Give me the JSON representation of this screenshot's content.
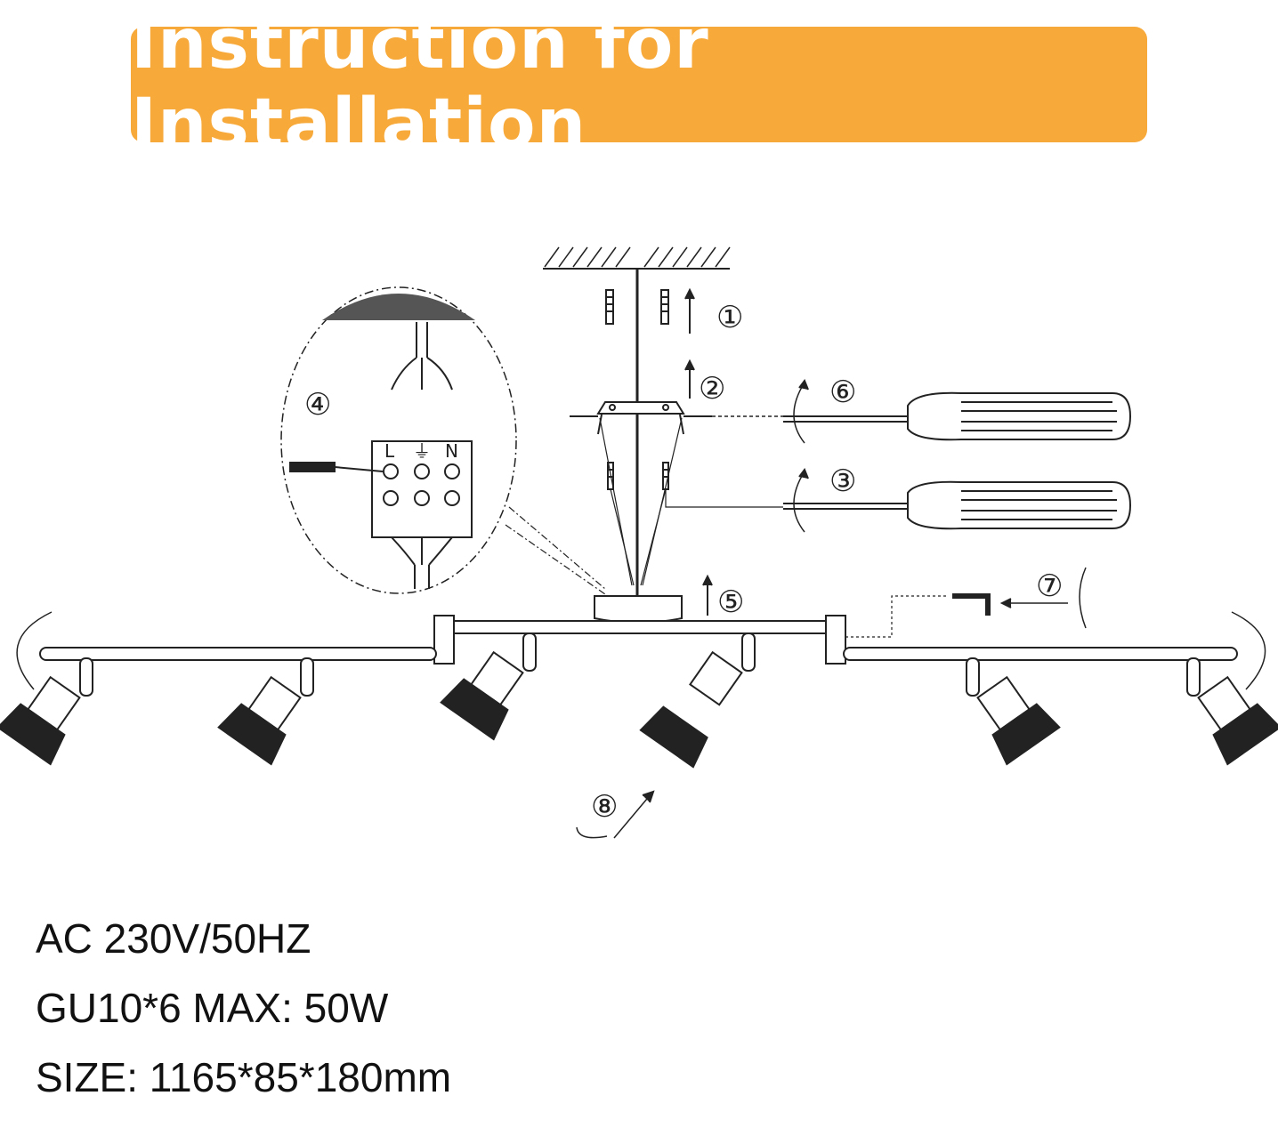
{
  "header": {
    "title": "Instruction for Installation"
  },
  "colors": {
    "banner": "#f7a93a",
    "banner_text": "#ffffff",
    "line": "#222222"
  },
  "diagram": {
    "steps": [
      "①",
      "②",
      "③",
      "④",
      "⑤",
      "⑥",
      "⑦",
      "⑧"
    ],
    "terminal_labels": {
      "live": "L",
      "earth": "⏚",
      "neutral": "N"
    }
  },
  "specs": {
    "voltage": "AC 230V/50HZ",
    "bulbs": "GU10*6 MAX: 50W",
    "size": "SIZE: 1165*85*180mm"
  }
}
